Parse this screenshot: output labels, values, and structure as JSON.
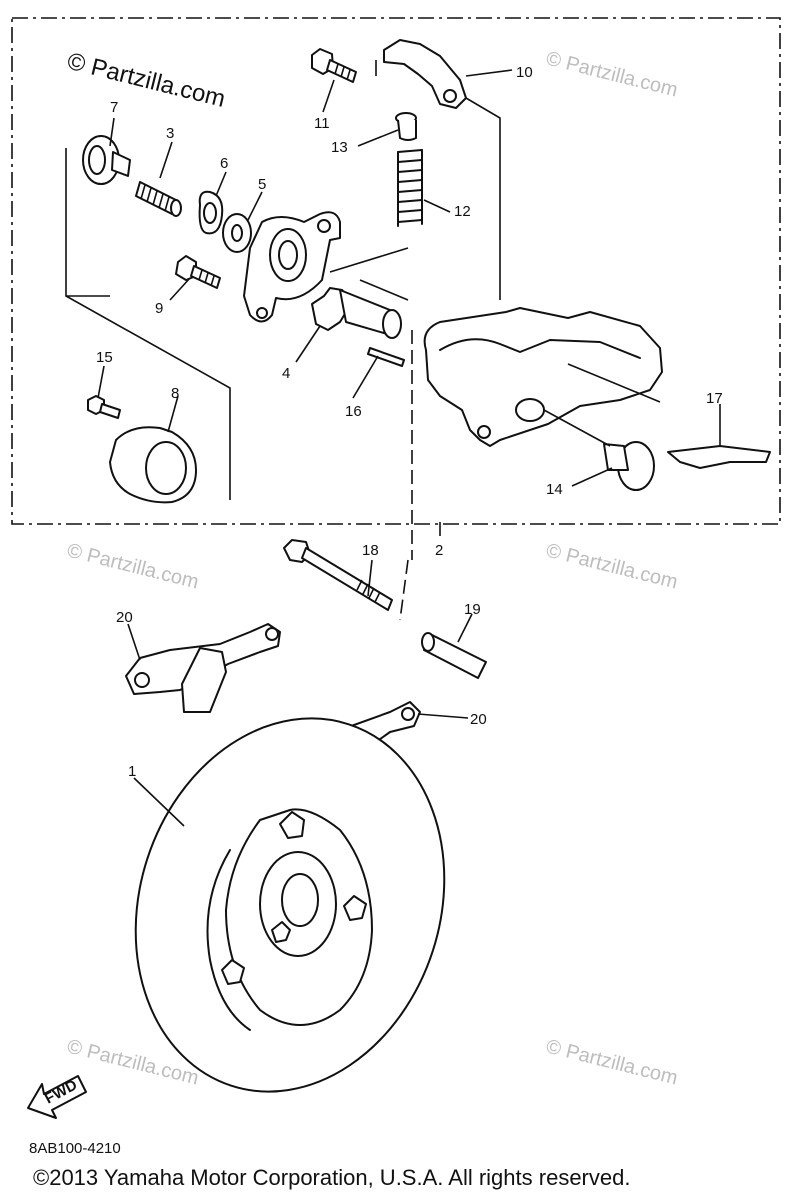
{
  "diagram": {
    "watermark_main": "© Partzilla.com",
    "watermark": "© Partzilla.com",
    "labels": {
      "p1": "1",
      "p2": "2",
      "p3": "3",
      "p4": "4",
      "p5": "5",
      "p6": "6",
      "p7": "7",
      "p8": "8",
      "p9": "9",
      "p10": "10",
      "p11": "11",
      "p12": "12",
      "p13": "13",
      "p14": "14",
      "p15": "15",
      "p16": "16",
      "p17": "17",
      "p18": "18",
      "p19": "19",
      "p20a": "20",
      "p20b": "20"
    },
    "fwd_label": "FWD"
  },
  "footer": {
    "diagram_code": "8AB100-4210",
    "copyright": "©2013  Yamaha Motor Corporation, U.S.A. All rights reserved."
  }
}
